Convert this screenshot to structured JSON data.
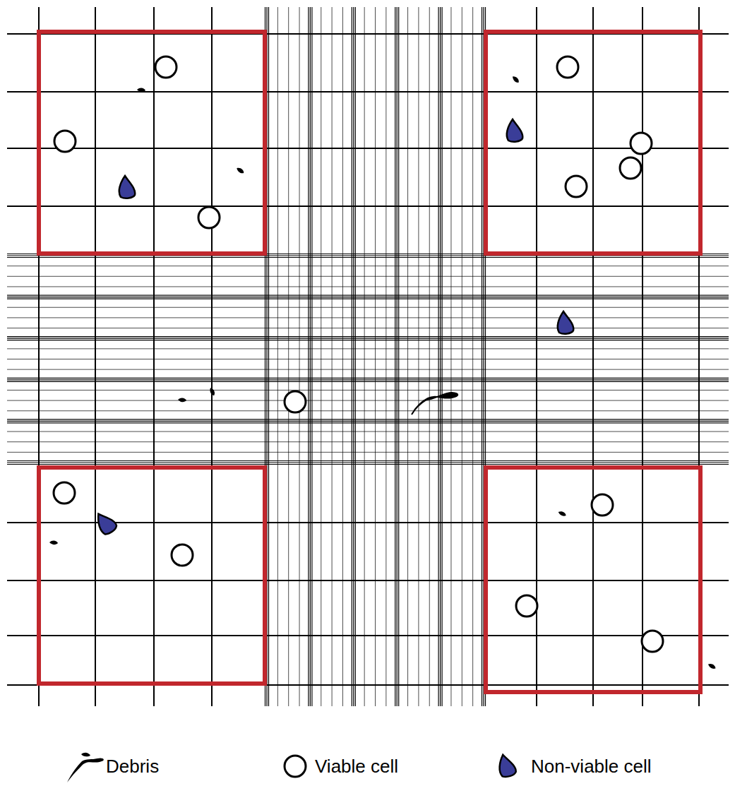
{
  "diagram": {
    "legend": [
      {
        "text": "Debris"
      },
      {
        "text": "Viable cell"
      },
      {
        "text": "Non-viable cell"
      }
    ]
  }
}
